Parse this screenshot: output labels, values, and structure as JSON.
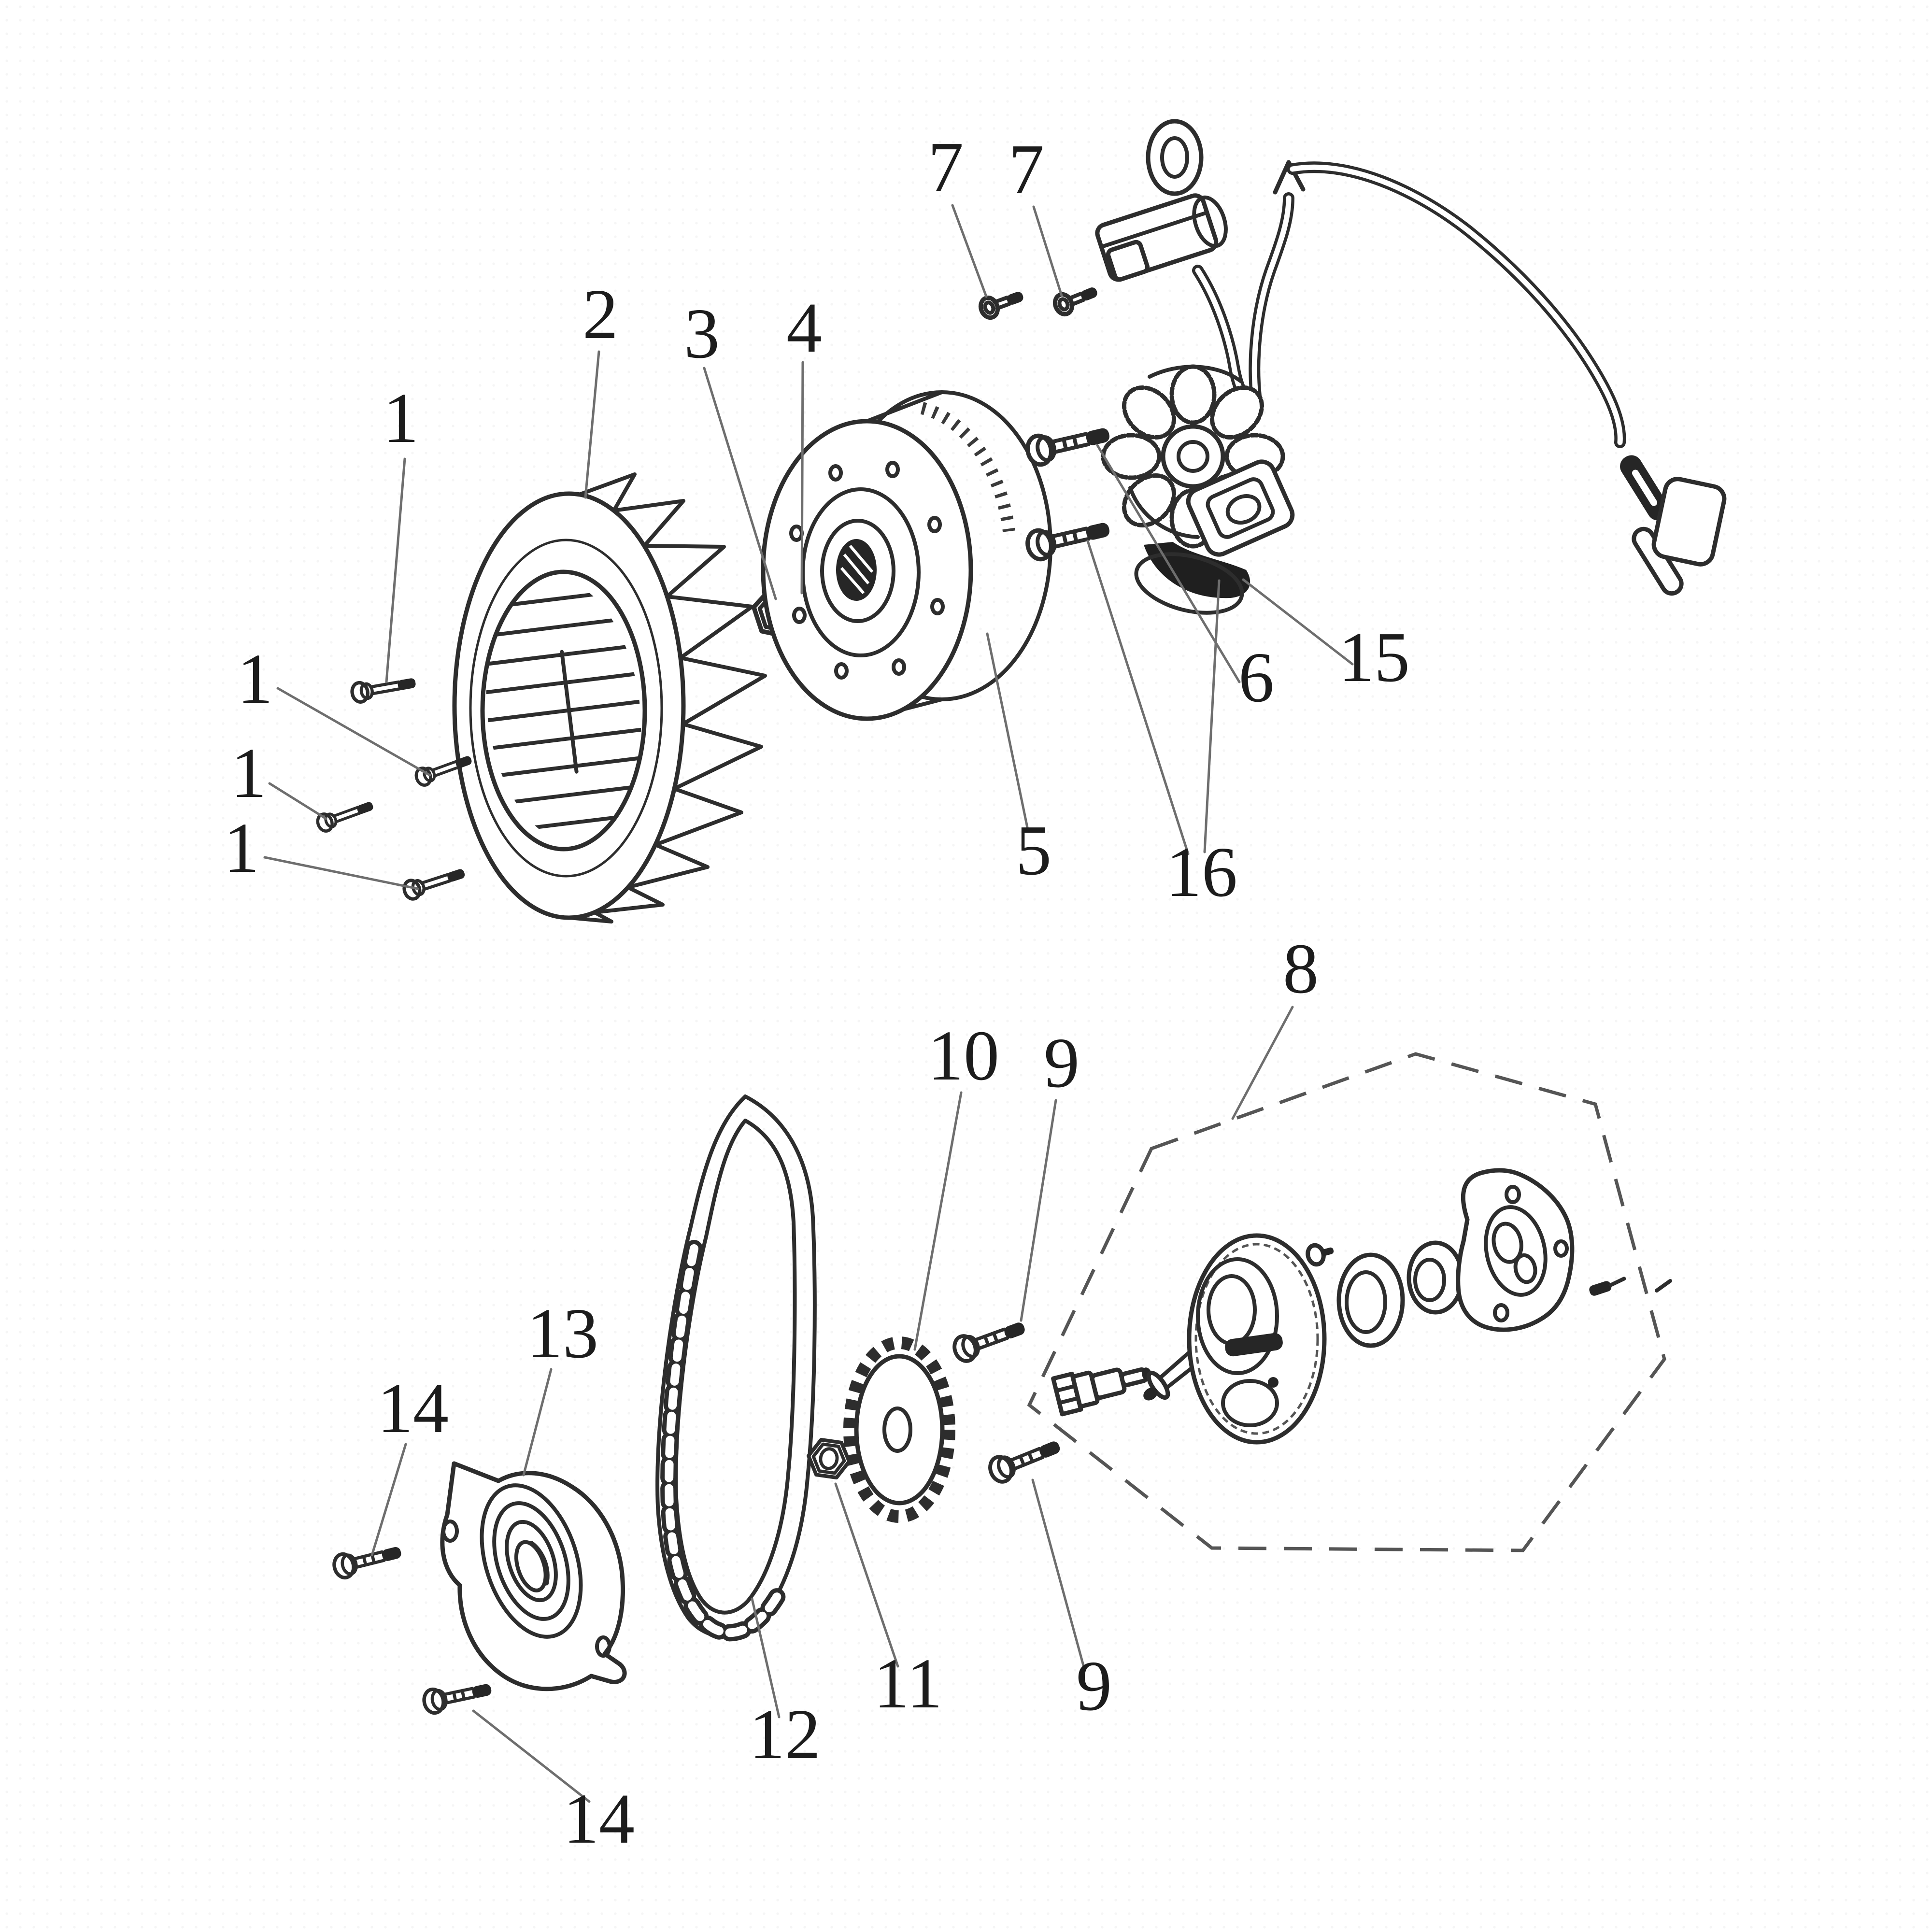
{
  "diagram": {
    "type": "exploded-parts-line-drawing",
    "ink_color": "#2d2d2d",
    "leader_color": "#6e6e6e",
    "background_color": "#ffffff",
    "callouts": [
      {
        "ref": "1a",
        "label": "1"
      },
      {
        "ref": "1b",
        "label": "1"
      },
      {
        "ref": "1c",
        "label": "1"
      },
      {
        "ref": "1d",
        "label": "1"
      },
      {
        "ref": "2",
        "label": "2"
      },
      {
        "ref": "3",
        "label": "3"
      },
      {
        "ref": "4",
        "label": "4"
      },
      {
        "ref": "5",
        "label": "5"
      },
      {
        "ref": "6",
        "label": "6"
      },
      {
        "ref": "7a",
        "label": "7"
      },
      {
        "ref": "7b",
        "label": "7"
      },
      {
        "ref": "8",
        "label": "8"
      },
      {
        "ref": "9a",
        "label": "9"
      },
      {
        "ref": "9b",
        "label": "9"
      },
      {
        "ref": "10",
        "label": "10"
      },
      {
        "ref": "11",
        "label": "11"
      },
      {
        "ref": "12",
        "label": "12"
      },
      {
        "ref": "13",
        "label": "13"
      },
      {
        "ref": "14a",
        "label": "14"
      },
      {
        "ref": "14b",
        "label": "14"
      },
      {
        "ref": "15",
        "label": "15"
      },
      {
        "ref": "16",
        "label": "16"
      }
    ]
  }
}
